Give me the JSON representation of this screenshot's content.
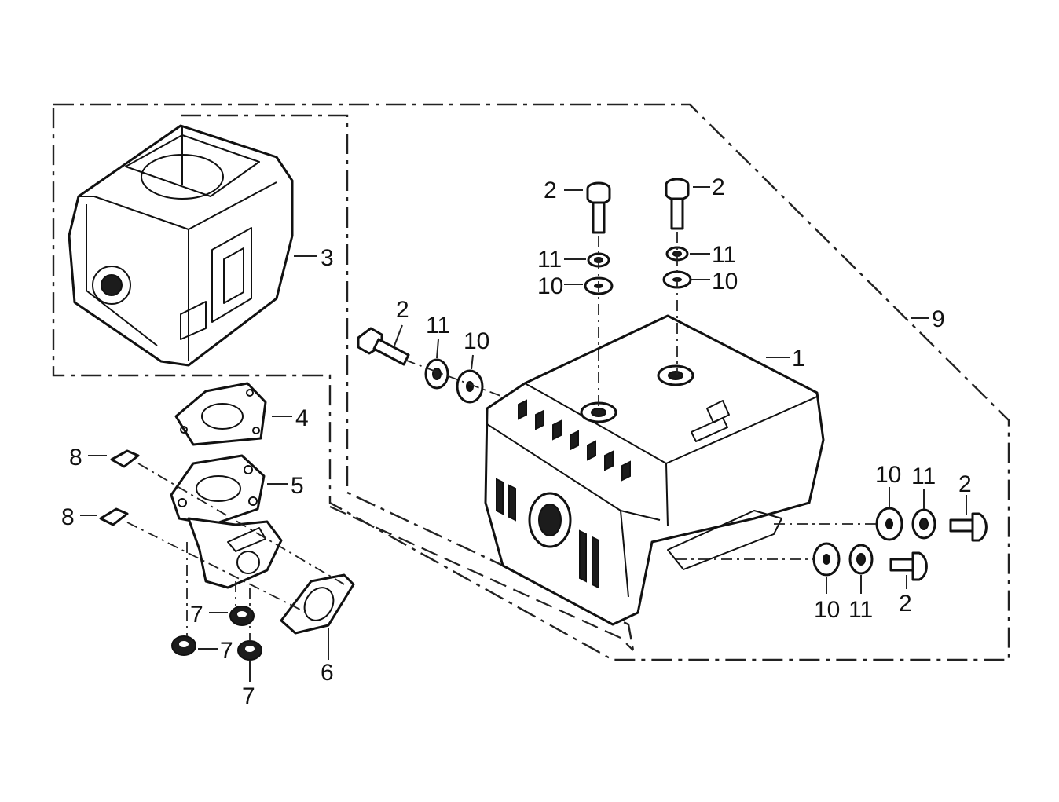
{
  "diagram": {
    "labels": [
      {
        "id": "l1",
        "text": "1"
      },
      {
        "id": "l2a",
        "text": "2"
      },
      {
        "id": "l2b",
        "text": "2"
      },
      {
        "id": "l2c",
        "text": "2"
      },
      {
        "id": "l2d",
        "text": "2"
      },
      {
        "id": "l2e",
        "text": "2"
      },
      {
        "id": "l3",
        "text": "3"
      },
      {
        "id": "l4",
        "text": "4"
      },
      {
        "id": "l5",
        "text": "5"
      },
      {
        "id": "l6",
        "text": "6"
      },
      {
        "id": "l7a",
        "text": "7"
      },
      {
        "id": "l7b",
        "text": "7"
      },
      {
        "id": "l7c",
        "text": "7"
      },
      {
        "id": "l8a",
        "text": "8"
      },
      {
        "id": "l8b",
        "text": "8"
      },
      {
        "id": "l9",
        "text": "9"
      },
      {
        "id": "l10a",
        "text": "10"
      },
      {
        "id": "l10b",
        "text": "10"
      },
      {
        "id": "l10c",
        "text": "10"
      },
      {
        "id": "l10d",
        "text": "10"
      },
      {
        "id": "l10e",
        "text": "10"
      },
      {
        "id": "l11a",
        "text": "11"
      },
      {
        "id": "l11b",
        "text": "11"
      },
      {
        "id": "l11c",
        "text": "11"
      },
      {
        "id": "l11d",
        "text": "11"
      },
      {
        "id": "l11e",
        "text": "11"
      }
    ]
  }
}
